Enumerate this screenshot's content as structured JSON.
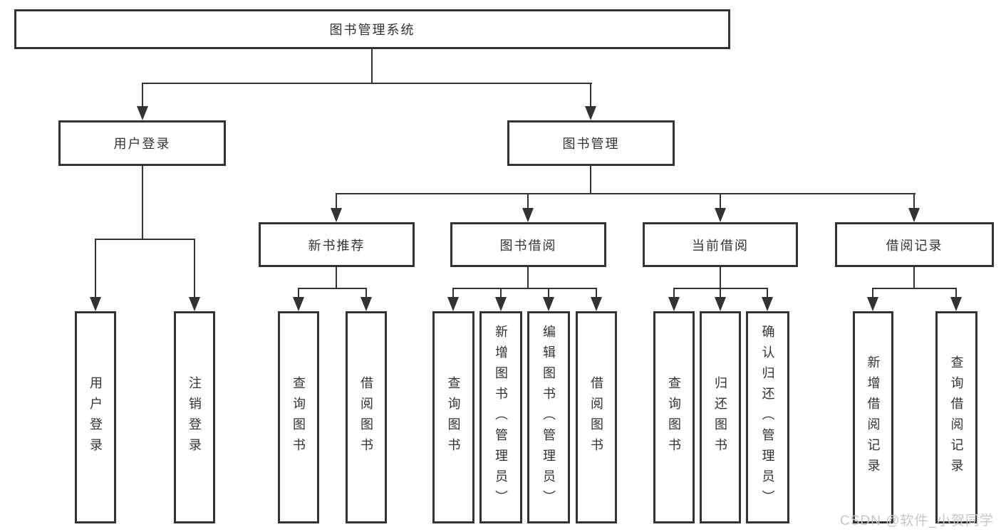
{
  "root": {
    "label": "图书管理系统"
  },
  "level2": {
    "user": {
      "label": "用户登录"
    },
    "book": {
      "label": "图书管理"
    }
  },
  "level3": {
    "recommend": {
      "label": "新书推荐"
    },
    "borrow": {
      "label": "图书借阅"
    },
    "current": {
      "label": "当前借阅"
    },
    "records": {
      "label": "借阅记录"
    }
  },
  "leaves": {
    "user": [
      {
        "label": "用户登录"
      },
      {
        "label": "注销登录"
      }
    ],
    "recommend": [
      {
        "label": "查询图书"
      },
      {
        "label": "借阅图书"
      }
    ],
    "borrow": [
      {
        "label": "查询图书"
      },
      {
        "label": "新增图书（管理员）"
      },
      {
        "label": "编辑图书（管理员）"
      },
      {
        "label": "借阅图书"
      }
    ],
    "current": [
      {
        "label": "查询图书"
      },
      {
        "label": "归还图书"
      },
      {
        "label": "确认归还（管理员）"
      }
    ],
    "records": [
      {
        "label": "新增借阅记录"
      },
      {
        "label": "查询借阅记录"
      }
    ]
  },
  "watermark": {
    "text": "CSDN @软件_小贺同学"
  },
  "colors": {
    "line": "#333333",
    "text": "#333333",
    "watermark": "#c6c6c6",
    "background": "#ffffff"
  }
}
